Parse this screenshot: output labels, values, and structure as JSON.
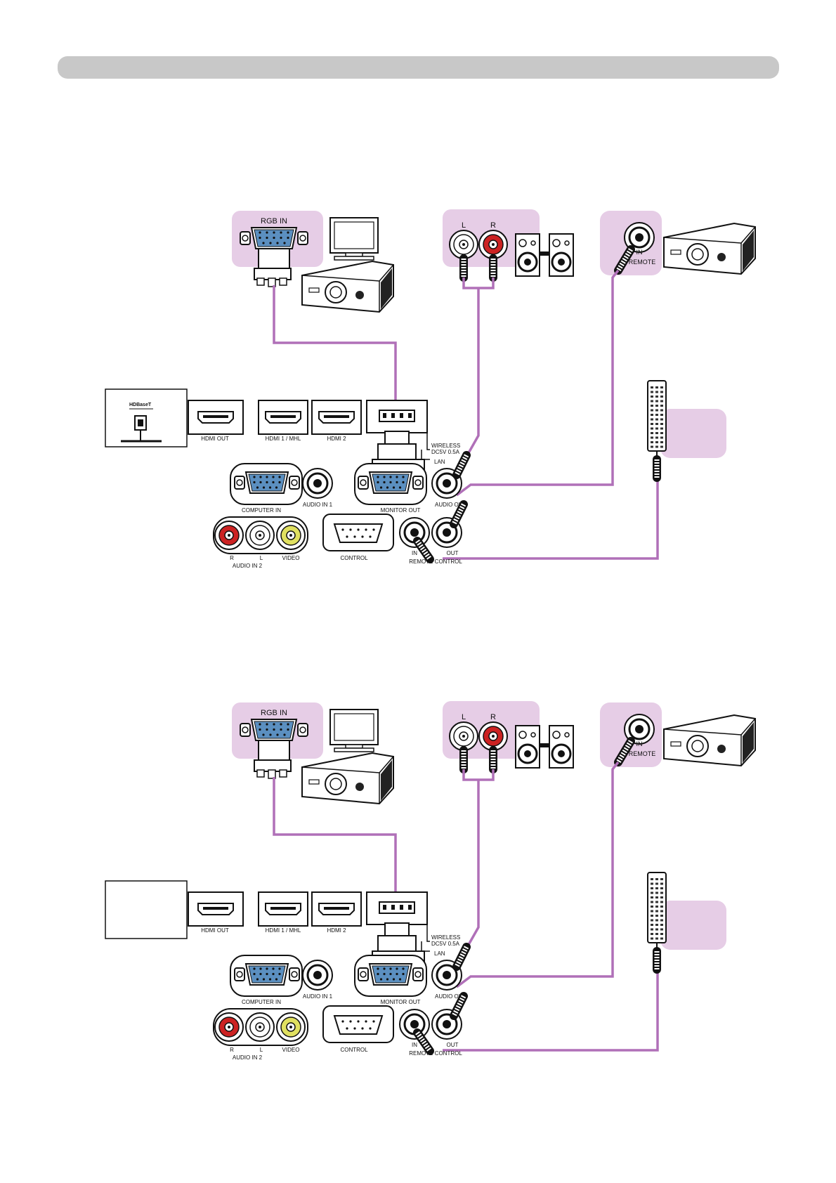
{
  "header": {
    "bar_color": "#c8c8c8"
  },
  "colors": {
    "cable": "#b070b8",
    "highlight": "#e6cde6",
    "vga_blue": "#5b8fc0",
    "audio_red": "#cc2222",
    "video_yellow": "#e0e060"
  },
  "diagrams": [
    {
      "hdbaset_label": "HDBaseT",
      "devices": {
        "rgb_in": "RGB IN",
        "left": "L",
        "right": "R",
        "remote_in": "IN",
        "remote": "REMOTE"
      },
      "panel": {
        "hdmi_out": "HDMI OUT",
        "hdmi1": "HDMI 1 / MHL",
        "hdmi2": "HDMI 2",
        "wireless": "WIRELESS",
        "dc": "DC5V 0.5A",
        "lan": "LAN",
        "computer_in": "COMPUTER IN",
        "audio_in1": "AUDIO IN 1",
        "monitor_out": "MONITOR OUT",
        "audio_out": "AUDIO OUT",
        "r": "R",
        "l": "L",
        "video": "VIDEO",
        "audio_in2": "AUDIO IN 2",
        "control": "CONTROL",
        "rc_in": "IN",
        "rc_out": "OUT",
        "remote_control": "REMOTE CONTROL"
      }
    },
    {
      "hdbaset_label": "",
      "devices": {
        "rgb_in": "RGB IN",
        "left": "L",
        "right": "R",
        "remote_in": "IN",
        "remote": "REMOTE"
      },
      "panel": {
        "hdmi_out": "HDMI OUT",
        "hdmi1": "HDMI 1 / MHL",
        "hdmi2": "HDMI 2",
        "wireless": "WIRELESS",
        "dc": "DC5V 0.5A",
        "lan": "LAN",
        "computer_in": "COMPUTER IN",
        "audio_in1": "AUDIO IN 1",
        "monitor_out": "MONITOR OUT",
        "audio_out": "AUDIO OUT",
        "r": "R",
        "l": "L",
        "video": "VIDEO",
        "audio_in2": "AUDIO IN 2",
        "control": "CONTROL",
        "rc_in": "IN",
        "rc_out": "OUT",
        "remote_control": "REMOTE CONTROL"
      }
    }
  ]
}
